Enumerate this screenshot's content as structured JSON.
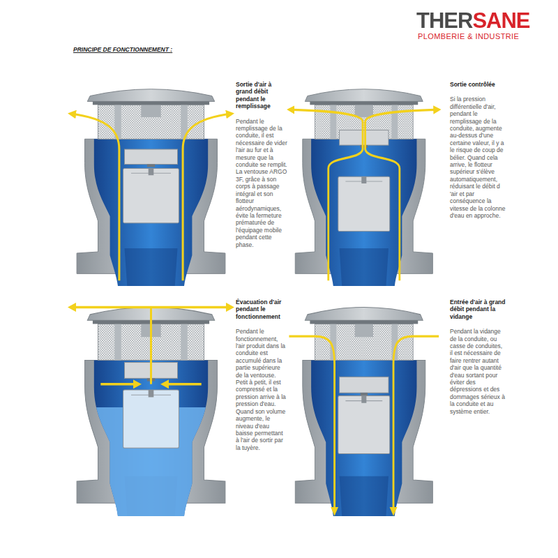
{
  "diagram": {
    "title": "PRINCIPE DE FONCTIONNEMENT :",
    "labels": [
      "THERSANE",
      "PLOMBERIE & INDUSTRIE",
      "Sortie d'air à grand débit pendant le remplissage",
      "Pendant le remplissage de la conduite, il est nécessaire de vider l'air au fur et à mesure que la conduite se remplit. La ventouse ARGO 3F, grâce à son corps à passage intégral et son flotteur aérodynamiques, évite la fermeture prématurée de l'équipage mobile pendant cette phase.",
      "Sortie contrôlée",
      "Si la pression différentielle d'air, pendant le remplissage de la conduite, augmente au-dessus d'une certaine valeur, il y a le risque de coup de bélier. Quand cela arrive, le flotteur supérieur s'élève automatiquement, réduisant le débit d 'air et par conséquence la vitesse de la colonne d'eau en approche.",
      "Évacuation d'air pendant le fonctionnement",
      "Pendant le fonctionnement, l'air produit dans la conduite est accumulé dans la partie supérieure de la ventouse. Petit à petit, il est compressé et la pression arrive à la pression d'eau. Quand son volume augmente, le niveau d'eau baisse permettant à l'air de sortir par la tuyère.",
      "Entrée d'air à grand débit pendant la vidange",
      "Pendant la vidange de la conduite, ou casse de conduites, il est nécessaire de faire rentrer autant d'air que la quantité d'eau sortant pour éviter des dépressions et des dommages sérieux à la conduite et au système entier."
    ]
  }
}
